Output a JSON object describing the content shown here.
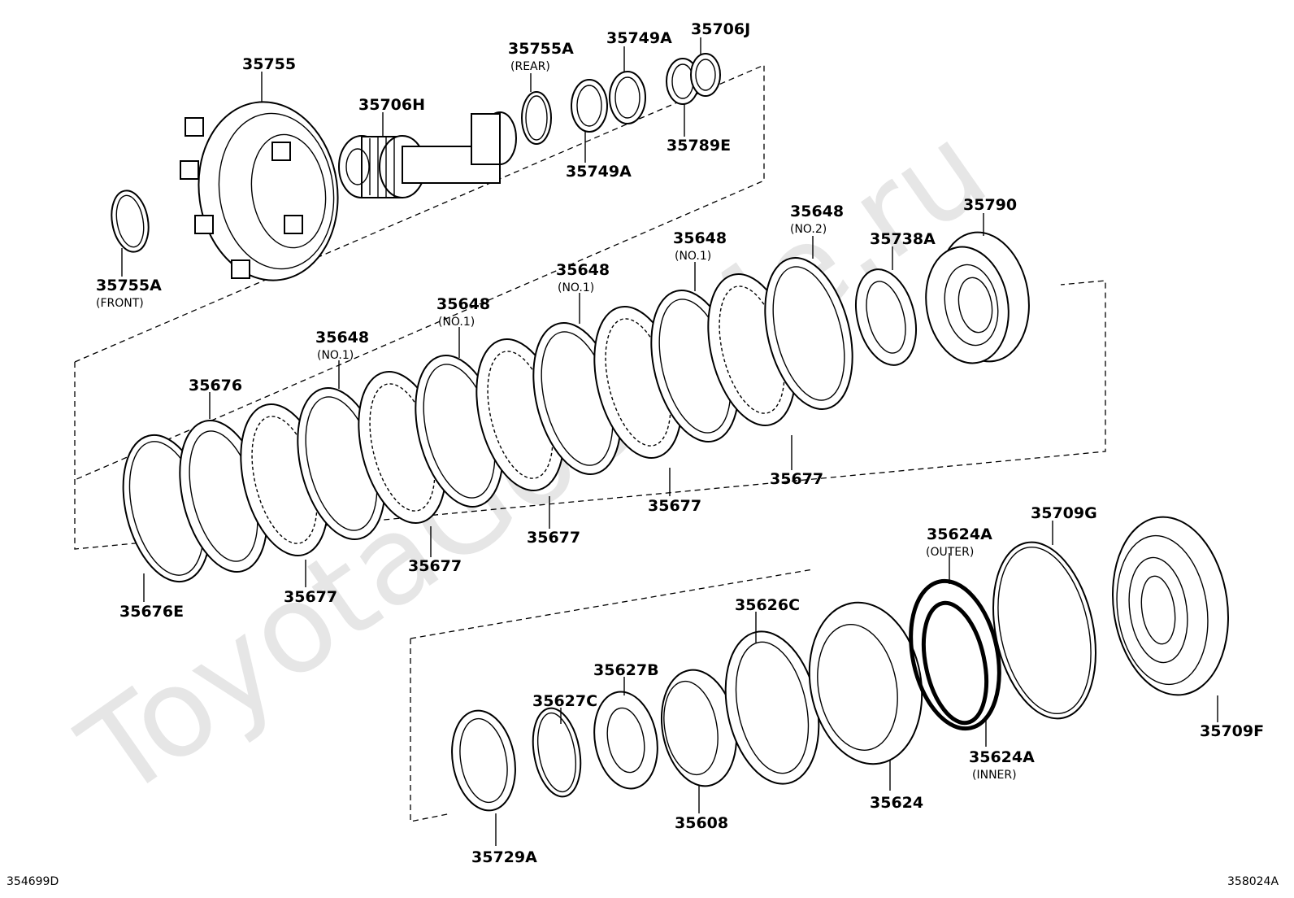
{
  "diagram": {
    "watermark": "ToyotaGoodMe.ru",
    "ref_left": "354699D",
    "ref_right": "358024A",
    "labels": [
      {
        "id": "35755",
        "pn": "35755"
      },
      {
        "id": "35706H",
        "pn": "35706H"
      },
      {
        "id": "35755A_rear",
        "pn": "35755A",
        "sub": "(REAR)"
      },
      {
        "id": "35749A_top",
        "pn": "35749A"
      },
      {
        "id": "35706J",
        "pn": "35706J"
      },
      {
        "id": "35789E",
        "pn": "35789E"
      },
      {
        "id": "35749A_bot",
        "pn": "35749A"
      },
      {
        "id": "35755A_front",
        "pn": "35755A",
        "sub": "(FRONT)"
      },
      {
        "id": "35790",
        "pn": "35790"
      },
      {
        "id": "35648_no2",
        "pn": "35648",
        "sub": "(NO.2)"
      },
      {
        "id": "35738A",
        "pn": "35738A"
      },
      {
        "id": "35648_no1_a",
        "pn": "35648",
        "sub": "(NO.1)"
      },
      {
        "id": "35648_no1_b",
        "pn": "35648",
        "sub": "(NO.1)"
      },
      {
        "id": "35648_no1_c",
        "pn": "35648",
        "sub": "(NO.1)"
      },
      {
        "id": "35648_no1_d",
        "pn": "35648",
        "sub": "(NO.1)"
      },
      {
        "id": "35676",
        "pn": "35676"
      },
      {
        "id": "35677_a",
        "pn": "35677"
      },
      {
        "id": "35677_b",
        "pn": "35677"
      },
      {
        "id": "35677_c",
        "pn": "35677"
      },
      {
        "id": "35677_d",
        "pn": "35677"
      },
      {
        "id": "35677_e",
        "pn": "35677"
      },
      {
        "id": "35676E",
        "pn": "35676E"
      },
      {
        "id": "35624A_outer",
        "pn": "35624A",
        "sub": "(OUTER)"
      },
      {
        "id": "35709G",
        "pn": "35709G"
      },
      {
        "id": "35626C",
        "pn": "35626C"
      },
      {
        "id": "35627B",
        "pn": "35627B"
      },
      {
        "id": "35627C",
        "pn": "35627C"
      },
      {
        "id": "35608",
        "pn": "35608"
      },
      {
        "id": "35624",
        "pn": "35624"
      },
      {
        "id": "35624A_inner",
        "pn": "35624A",
        "sub": "(INNER)"
      },
      {
        "id": "35709F",
        "pn": "35709F"
      },
      {
        "id": "35729A",
        "pn": "35729A"
      }
    ]
  }
}
